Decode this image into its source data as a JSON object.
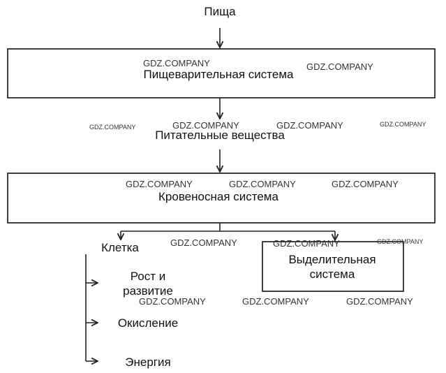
{
  "colors": {
    "line": "#222222",
    "text": "#111111",
    "background": "#ffffff"
  },
  "nodes": {
    "food": "Пища",
    "digestive_system": "Пищеварительная система",
    "nutrients": "Питательные вещества",
    "circulatory_system": "Кровеносная система",
    "cell": "Клетка",
    "growth_line1": "Рост и",
    "growth_line2": "развитие",
    "oxidation": "Окисление",
    "energy": "Энергия",
    "excretory_line1": "Выделительная",
    "excretory_line2": "система"
  },
  "watermark": "GDZ.COMPANY"
}
